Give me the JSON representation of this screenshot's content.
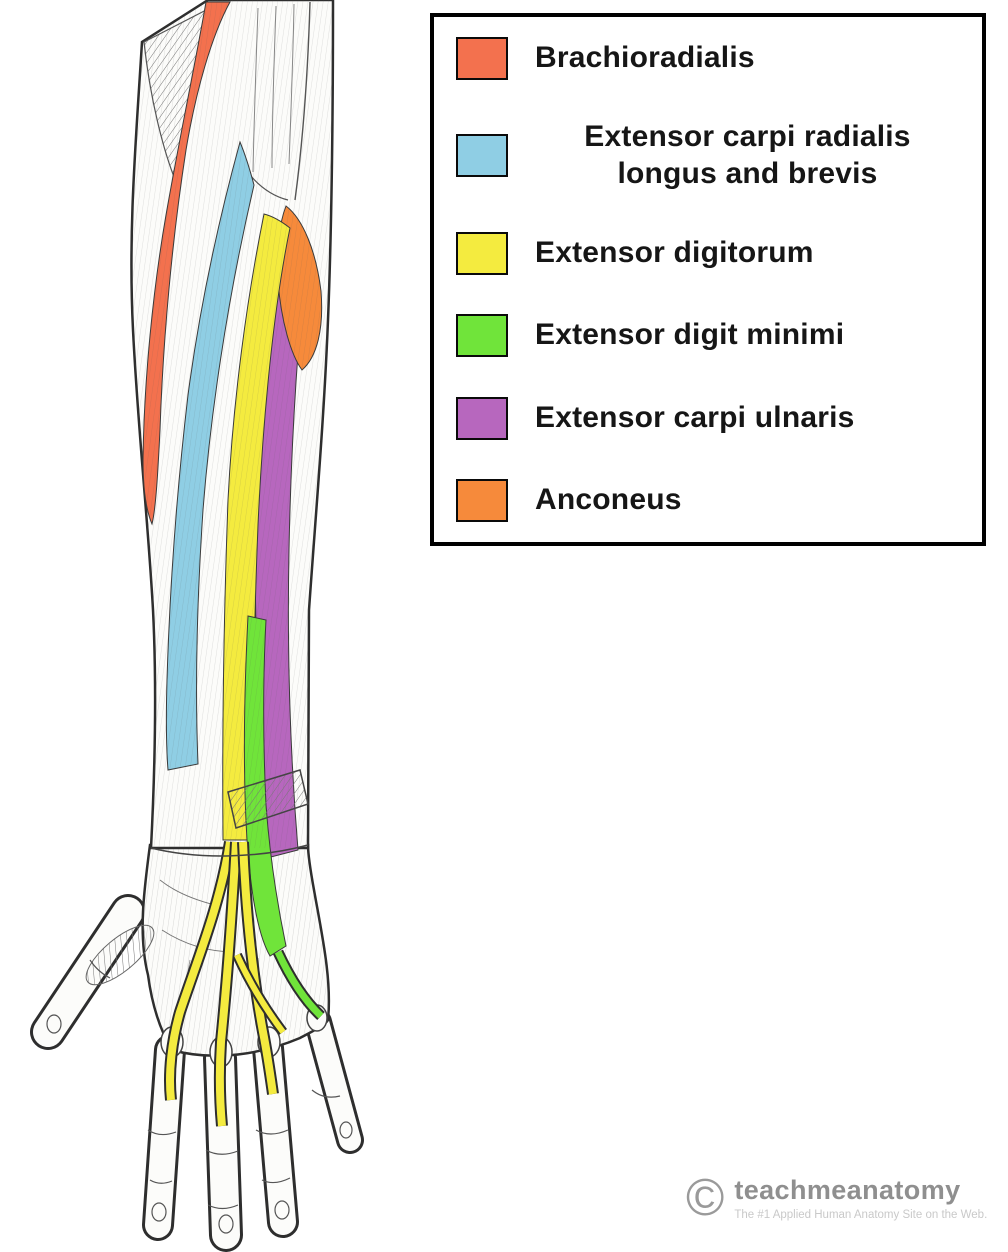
{
  "legend": {
    "items": [
      {
        "label": "Brachioradialis",
        "color": "#F3714E"
      },
      {
        "label": "Extensor carpi radialis longus and brevis",
        "color": "#8FCEE4"
      },
      {
        "label": "Extensor digitorum",
        "color": "#F4EB3F"
      },
      {
        "label": "Extensor digit minimi",
        "color": "#70E43A"
      },
      {
        "label": "Extensor carpi ulnaris",
        "color": "#B767BE"
      },
      {
        "label": "Anconeus",
        "color": "#F68A3B"
      }
    ]
  },
  "watermark": {
    "icon": "©",
    "brand": "teachmeanatomy",
    "tagline": "The #1 Applied Human Anatomy Site on the Web."
  }
}
